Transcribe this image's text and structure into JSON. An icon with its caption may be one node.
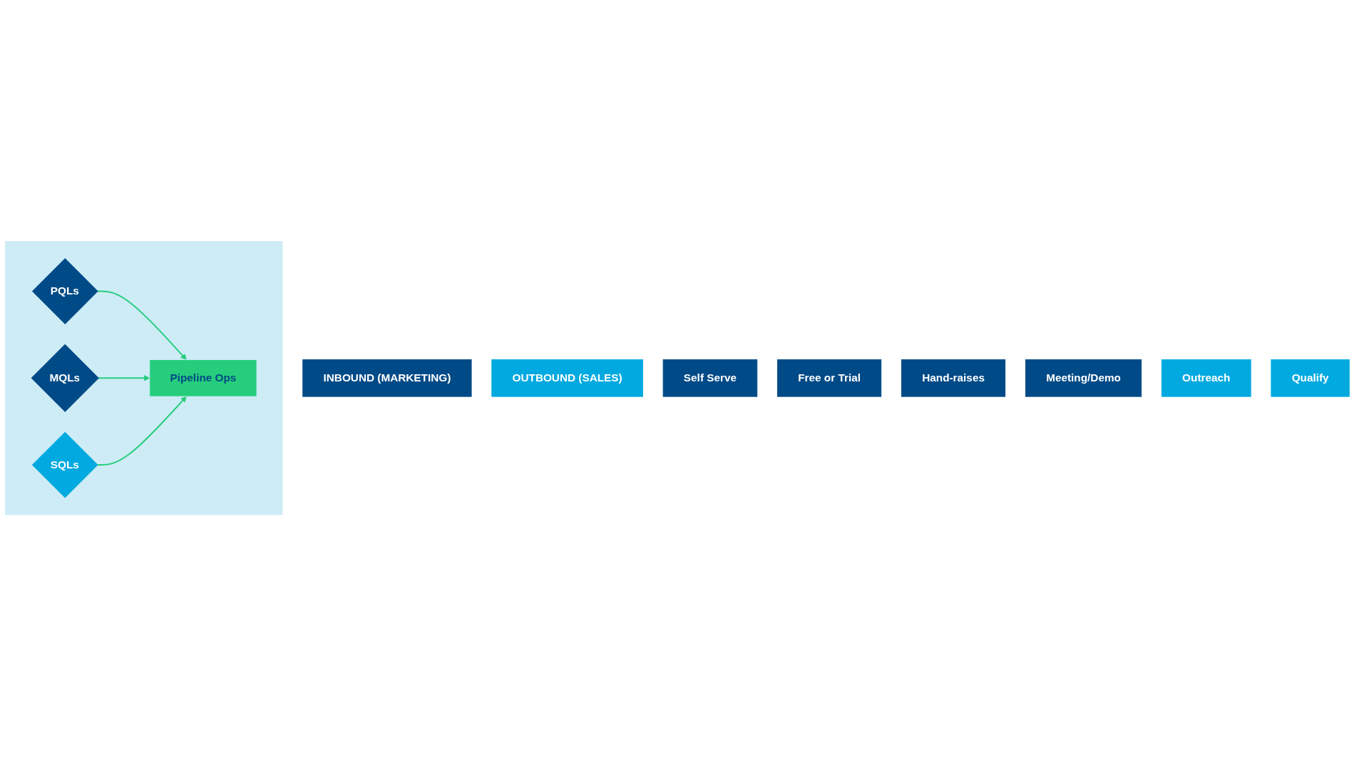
{
  "diagram": {
    "nodes": [
      {
        "text": [
          "INBOUND (MARKETING)"
        ]
      },
      {
        "text": [
          "OUTBOUND (SALES)"
        ]
      },
      {
        "text": [
          "Self Serve"
        ]
      },
      {
        "text": [
          "Free or Trial"
        ]
      },
      {
        "text": [
          "Hand-raises"
        ]
      },
      {
        "text": [
          "Meeting/Demo"
        ]
      },
      {
        "text": [
          "Outreach"
        ]
      },
      {
        "text": [
          "Qualify"
        ]
      },
      {
        "text": [],
        "shape": "trapezoid"
      },
      {
        "text": [
          "PQLs"
        ],
        "in": 8
      },
      {
        "text": [
          "MQLs"
        ],
        "in": 8
      },
      {
        "text": [
          "SQLs"
        ],
        "in": 8
      },
      {
        "text": [
          "Pipeline Ops"
        ],
        "in": 8
      }
    ],
    "edges": [
      {
        "from": 9,
        "to": 12,
        "arrow": "to"
      },
      {
        "from": 10,
        "to": 12,
        "arrow": "to"
      },
      {
        "from": 11,
        "to": 12,
        "arrow": "to"
      }
    ]
  }
}
